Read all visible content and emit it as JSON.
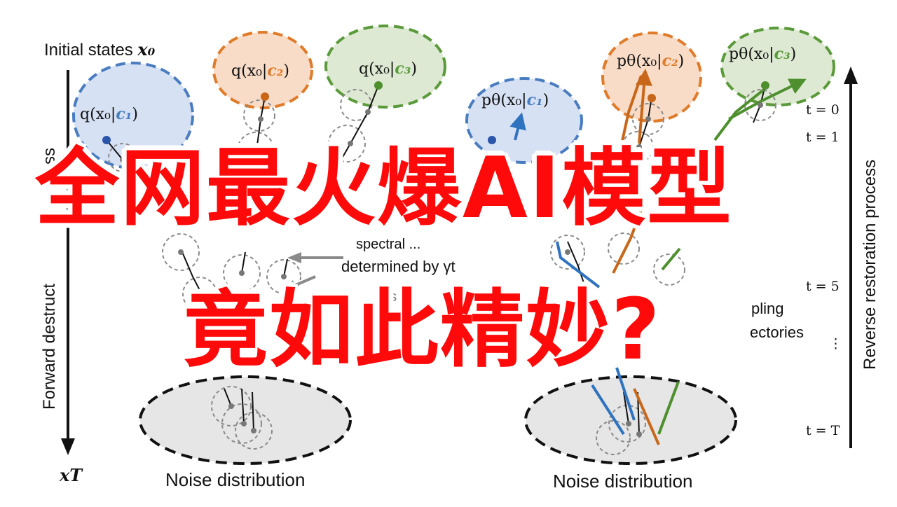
{
  "diagram": {
    "initial_states": "Initial states",
    "initial_states_symbol": "x₀",
    "x_T": "xT",
    "forward_axis": "Forward destruction process",
    "forward_axis_visible": "Forward destruct",
    "forward_axis_top_fragment": "ss",
    "reverse_axis": "Reverse restoration process",
    "noise_left": "Noise distribution",
    "noise_right": "Noise distribution",
    "spectral_line1": "spectral ...",
    "spectral_line2": "determined by γt",
    "gauss_fragment": "uss     e",
    "sampling_line1": "pling",
    "sampling_line2": "ectories",
    "q1": {
      "prefix": "q(x₀|",
      "cond": "c₁",
      "suffix": ")"
    },
    "q2": {
      "prefix": "q(x₀|",
      "cond": "c₂",
      "suffix": ")"
    },
    "q3": {
      "prefix": "q(x₀|",
      "cond": "c₃",
      "suffix": ")"
    },
    "p1": {
      "prefix": "pθ(x₀|",
      "cond": "c₁",
      "suffix": ")"
    },
    "p2": {
      "prefix": "pθ(x₀|",
      "cond": "c₂",
      "suffix": ")"
    },
    "p3": {
      "prefix": "pθ(x₀|",
      "cond": "c₃",
      "suffix": ")"
    },
    "ticks": [
      "t = 0",
      "t = 1",
      "t = 5",
      "⋮",
      "t = T"
    ]
  },
  "headline": {
    "line1": "全网最火爆AI模型",
    "line2": "竟如此精妙?"
  },
  "colors": {
    "blue": "#4a7cc0",
    "orange": "#e07b2a",
    "green": "#5a9a3a",
    "headline_red": "#ff0a0a"
  }
}
